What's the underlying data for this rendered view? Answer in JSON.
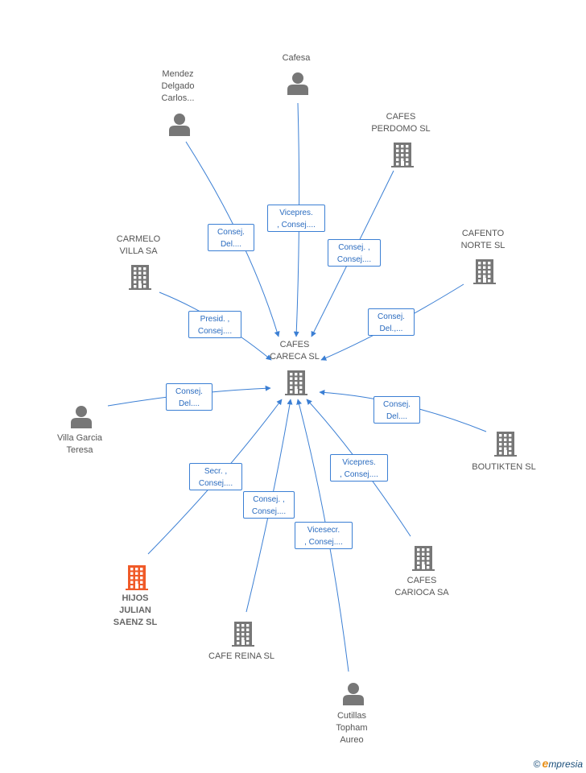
{
  "center": {
    "label": "CAFES\nCARECA SL",
    "icon": "building-icon"
  },
  "nodes": [
    {
      "id": "cafesa",
      "label": "Cafesa",
      "icon": "person-icon"
    },
    {
      "id": "mendez",
      "label": "Mendez\nDelgado\nCarlos...",
      "icon": "person-icon"
    },
    {
      "id": "perdomo",
      "label": "CAFES\nPERDOMO  SL",
      "icon": "building-icon"
    },
    {
      "id": "carmelo",
      "label": "CARMELO\nVILLA SA",
      "icon": "building-icon"
    },
    {
      "id": "cafento",
      "label": "CAFENTO\nNORTE SL",
      "icon": "building-icon"
    },
    {
      "id": "villa",
      "label": "Villa Garcia\nTeresa",
      "icon": "person-icon"
    },
    {
      "id": "boutikten",
      "label": "BOUTIKTEN SL",
      "icon": "building-icon"
    },
    {
      "id": "hijos",
      "label": "HIJOS\nJULIAN\nSAENZ  SL",
      "icon": "building-icon",
      "highlight": true
    },
    {
      "id": "carioca",
      "label": "CAFES\nCARIOCA SA",
      "icon": "building-icon"
    },
    {
      "id": "reina",
      "label": "CAFE REINA SL",
      "icon": "building-icon"
    },
    {
      "id": "cutillas",
      "label": "Cutillas\nTopham\nAureo",
      "icon": "person-icon"
    }
  ],
  "relations": [
    {
      "from": "cafesa",
      "label": "Vicepres.\n, Consej...."
    },
    {
      "from": "mendez",
      "label": "Consej.\nDel...."
    },
    {
      "from": "perdomo",
      "label": "Consej. ,\nConsej...."
    },
    {
      "from": "carmelo",
      "label": "Presid. ,\nConsej...."
    },
    {
      "from": "cafento",
      "label": "Consej.\nDel.,..."
    },
    {
      "from": "villa",
      "label": "Consej.\nDel...."
    },
    {
      "from": "boutikten",
      "label": "Consej.\nDel...."
    },
    {
      "from": "hijos",
      "label": "Secr. ,\nConsej...."
    },
    {
      "from": "carioca",
      "label": "Vicepres.\n, Consej...."
    },
    {
      "from": "reina",
      "label": "Consej. ,\nConsej...."
    },
    {
      "from": "cutillas",
      "label": "Vicesecr.\n, Consej...."
    }
  ],
  "colors": {
    "edge": "#3b7fd4",
    "icon": "#777777",
    "highlight": "#f05a28",
    "text": "#555555"
  },
  "watermark": {
    "copyright": "©",
    "brand_initial": "e",
    "brand_rest": "mpresia"
  }
}
